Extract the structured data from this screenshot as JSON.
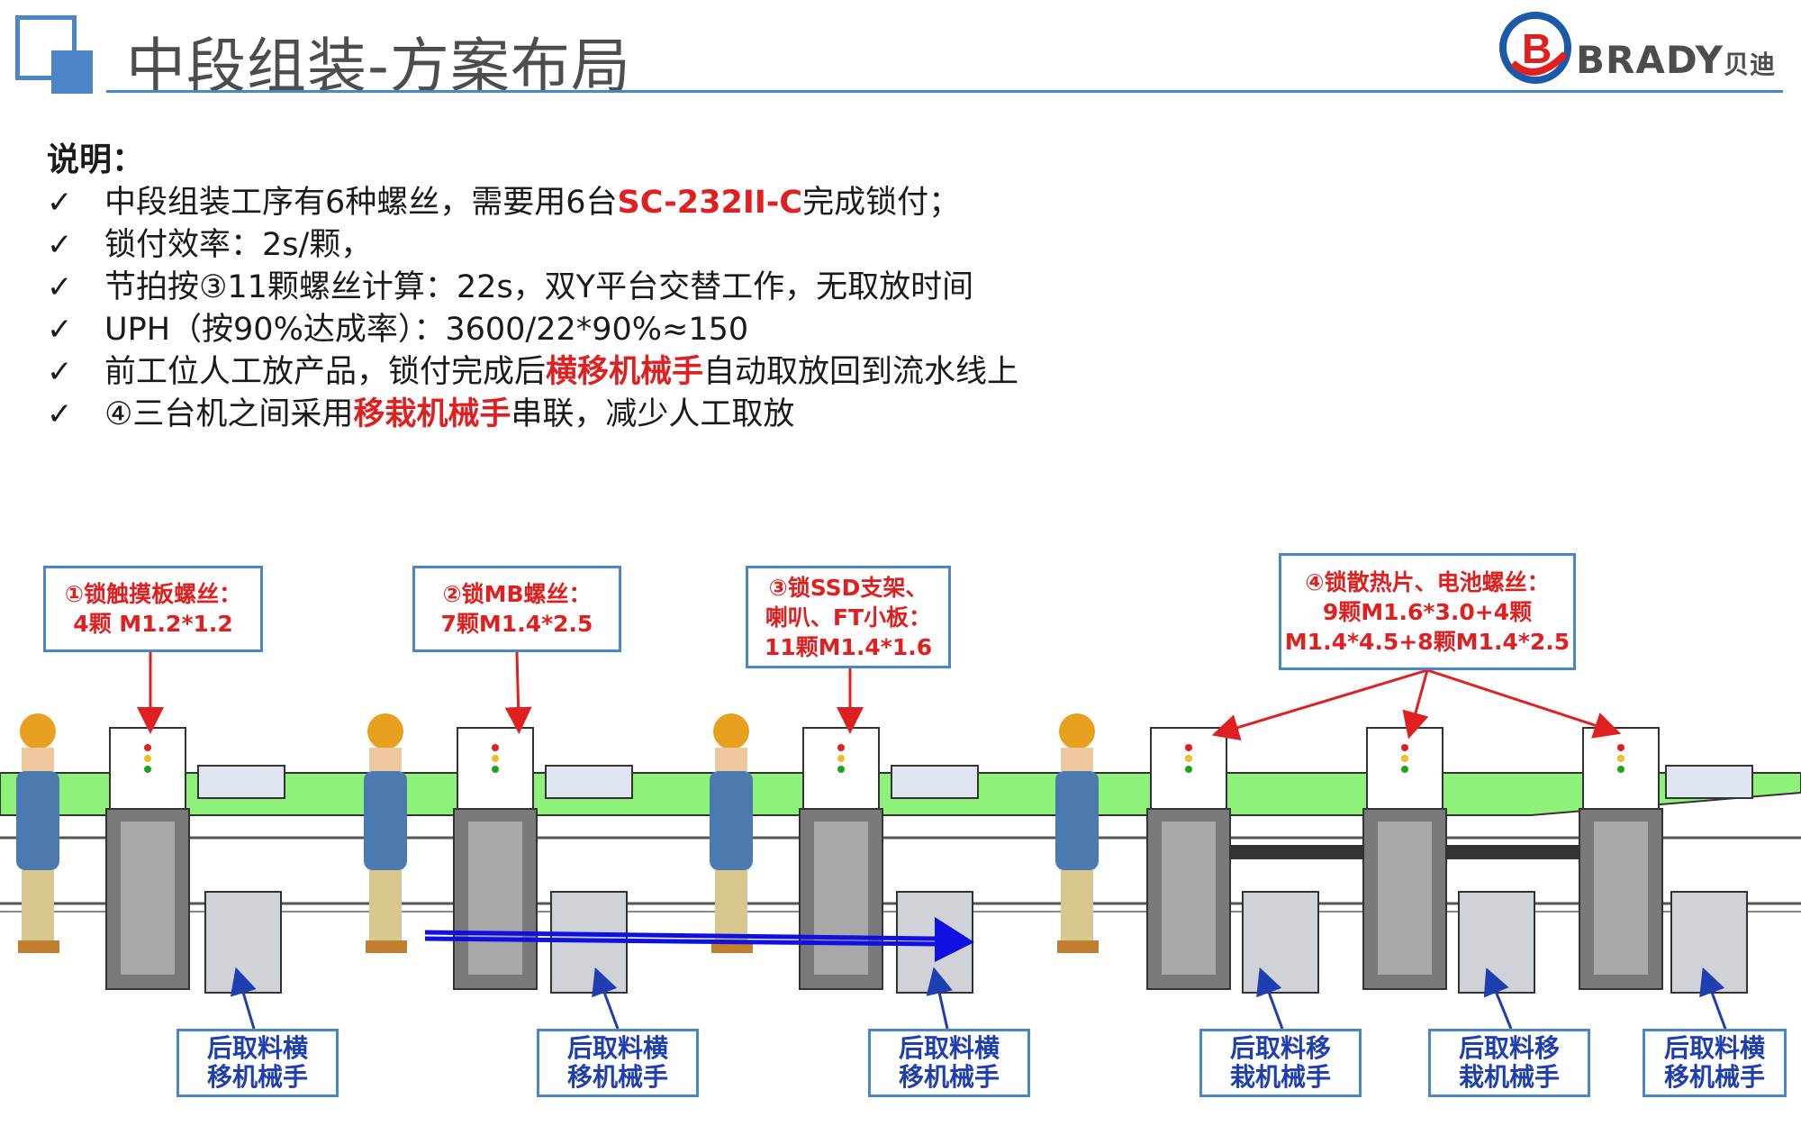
{
  "header": {
    "title": "中段组装-方案布局",
    "logo_text": "BRADY",
    "logo_cn": "贝迪"
  },
  "notes": {
    "heading": "说明：",
    "check": "✓",
    "items": [
      {
        "pre": "中段组装工序有6种螺丝，需要用6台",
        "hl": "SC-232II-C",
        "post": "完成锁付；"
      },
      {
        "pre": "锁付效率：2s/颗，",
        "hl": "",
        "post": ""
      },
      {
        "pre": "节拍按③11颗螺丝计算：22s，双Y平台交替工作，无取放时间",
        "hl": "",
        "post": ""
      },
      {
        "pre": "UPH（按90%达成率）：3600/22*90%≈150",
        "hl": "",
        "post": ""
      },
      {
        "pre": "前工位人工放产品，锁付完成后",
        "hl": "横移机械手",
        "post": "自动取放回到流水线上"
      },
      {
        "pre": "④三台机之间采用",
        "hl": "移栽机械手",
        "post": "串联，减少人工取放"
      }
    ]
  },
  "callouts": [
    {
      "lines": [
        "①锁触摸板螺丝：",
        "4颗 M1.2*1.2"
      ]
    },
    {
      "lines": [
        "②锁MB螺丝：",
        "7颗M1.4*2.5"
      ]
    },
    {
      "lines": [
        "③锁SSD支架、",
        "喇叭、FT小板：",
        "11颗M1.4*1.6"
      ]
    },
    {
      "lines": [
        "④锁散热片、电池螺丝：",
        "9颗M1.6*3.0+4颗",
        "M1.4*4.5+8颗M1.4*2.5"
      ]
    }
  ],
  "bottom_labels": [
    {
      "lines": [
        "后取料横",
        "移机械手"
      ]
    },
    {
      "lines": [
        "后取料横",
        "移机械手"
      ]
    },
    {
      "lines": [
        "后取料横",
        "移机械手"
      ]
    },
    {
      "lines": [
        "后取料移",
        "栽机械手"
      ]
    },
    {
      "lines": [
        "后取料移",
        "栽机械手"
      ]
    },
    {
      "lines": [
        "后取料横",
        "移机械手"
      ]
    }
  ],
  "colors": {
    "accent_blue": "#4a86c8",
    "highlight_red": "#e02020",
    "label_blue": "#1f3fb0",
    "conveyor_green": "#8ef27a",
    "flow_arrow": "#1010e0"
  }
}
